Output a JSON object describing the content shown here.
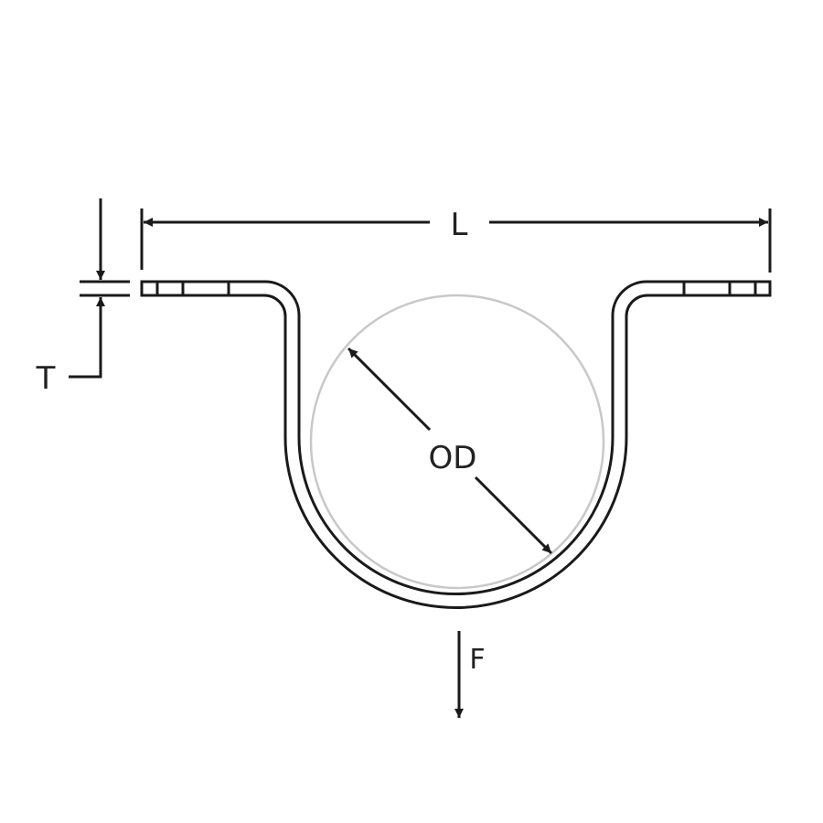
{
  "labels": {
    "length": "L",
    "thickness": "T",
    "outer_diameter": "OD",
    "force": "F"
  },
  "colors": {
    "line": "#1a1a1a",
    "pipe_outline": "#c8c8c8"
  }
}
